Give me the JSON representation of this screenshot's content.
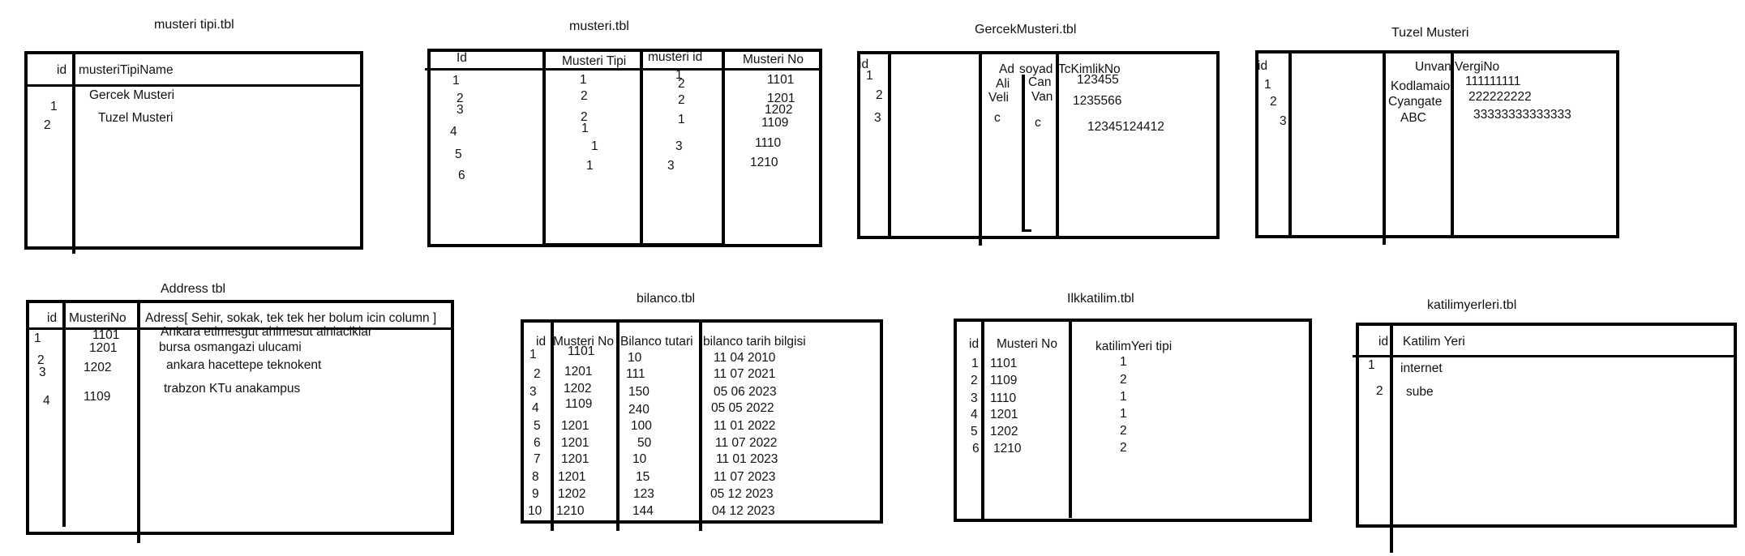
{
  "tables": {
    "musteri_tipi": {
      "title": "musteri tipi.tbl",
      "headers": [
        "id",
        "musteriTipiName"
      ],
      "ids": [
        "1",
        "2"
      ],
      "names": [
        "Gercek Musteri",
        "Tuzel Musteri"
      ]
    },
    "musteri": {
      "title": "musteri.tbl",
      "headers": [
        "Id",
        "Musteri Tipi",
        "musteri id",
        "Musteri No"
      ],
      "col_id": [
        "1",
        "2",
        "3",
        "4",
        "5",
        "6"
      ],
      "col_tip": [
        "1",
        "2",
        "2",
        "1",
        "1",
        "1"
      ],
      "col_musteriid": [
        "1",
        "2",
        "2",
        "1",
        "3",
        "3"
      ],
      "col_no": [
        "1101",
        "1201",
        "1202",
        "1109",
        "1110",
        "1210"
      ]
    },
    "gercek_musteri": {
      "title": "GercekMusteri.tbl",
      "headers": [
        "id",
        "Ad",
        "soyad",
        "TcKimlikNo"
      ],
      "ids": [
        "1",
        "2",
        "3"
      ],
      "ad": [
        "Ali",
        "Veli",
        "c"
      ],
      "soyad": [
        "Can",
        "Van",
        "c"
      ],
      "tc": [
        "123455",
        "1235566",
        "12345124412"
      ]
    },
    "tuzel_musteri": {
      "title": "Tuzel Musteri",
      "headers": [
        "id",
        "Unvan",
        "VergiNo"
      ],
      "ids": [
        "1",
        "2",
        "3"
      ],
      "unvan": [
        "Kodlamaio",
        "Cyangate",
        "ABC"
      ],
      "vergi": [
        "111111111",
        "222222222",
        "33333333333333"
      ]
    },
    "address": {
      "title": "Address tbl",
      "headers": [
        "id",
        "MusteriNo",
        "Adress[ Sehir, sokak, tek tek her bolum icin column  ]"
      ],
      "ids": [
        "1",
        "2",
        "3",
        "4"
      ],
      "nos": [
        "1101",
        "1201",
        "1202",
        "1109"
      ],
      "addresses": [
        "Ankara     etimesgut   ahimesut  alniaciklar",
        "bursa  osmangazi  ulucami",
        "ankara hacettepe teknokent",
        "trabzon   KTu  anakampus"
      ]
    },
    "bilanco": {
      "title": "bilanco.tbl",
      "headers": [
        "id",
        "Musteri No",
        "Bilanco tutari",
        "bilanco tarih bilgisi"
      ],
      "ids": [
        "1",
        "2",
        "3",
        "4",
        "5",
        "6",
        "7",
        "8",
        "9",
        "10"
      ],
      "nos": [
        "1101",
        "1201",
        "1202",
        "1109",
        "1201",
        "1201",
        "1201",
        "1201",
        "1202",
        "1210"
      ],
      "tutar": [
        "10",
        "111",
        "150",
        "240",
        "100",
        "50",
        "10",
        "15",
        "123",
        "144"
      ],
      "tarih": [
        "11 04 2010",
        "11 07 2021",
        "05 06  2023",
        "05   05 2022",
        "11 01 2022",
        "11   07 2022",
        "11  01  2023",
        "11   07  2023",
        "05   12  2023",
        "04   12   2023"
      ]
    },
    "ilk_katilim": {
      "title": "Ilkkatilim.tbl",
      "headers": [
        "id",
        "Musteri No",
        "katilimYeri tipi"
      ],
      "ids": [
        "1",
        "2",
        "3",
        "4",
        "5",
        "6"
      ],
      "nos": [
        "1101",
        "1109",
        "1110",
        "1201",
        "1202",
        "1210"
      ],
      "tipi": [
        "1",
        "2",
        "1",
        "1",
        "2",
        "2"
      ]
    },
    "katilim_yerleri": {
      "title": "katilimyerleri.tbl",
      "headers": [
        "id",
        "Katilim Yeri"
      ],
      "ids": [
        "1",
        "2"
      ],
      "yerler": [
        "internet",
        "sube"
      ]
    }
  }
}
